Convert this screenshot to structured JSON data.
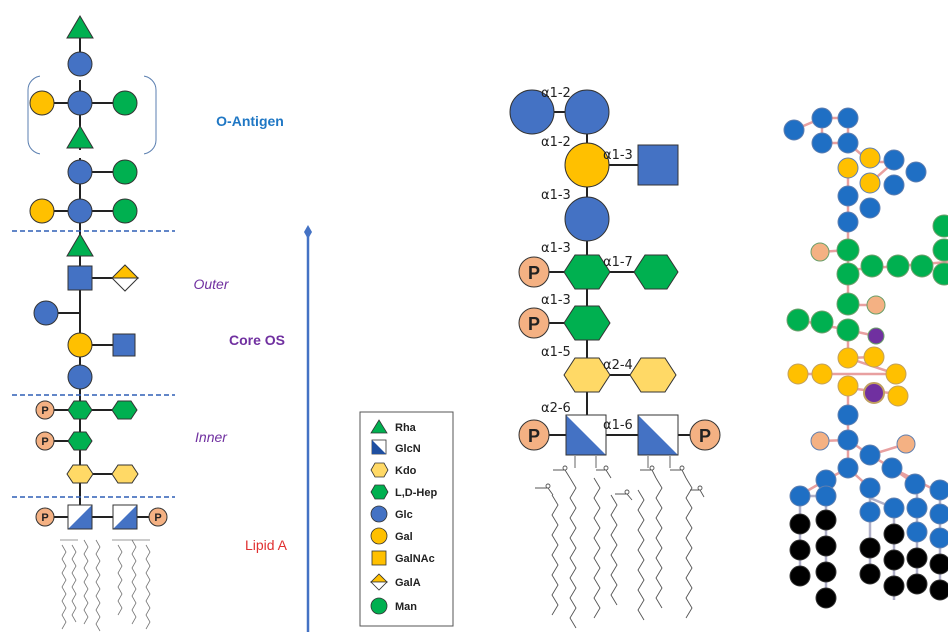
{
  "labels": {
    "o_antigen": "O-Antigen",
    "outer": "Outer",
    "core_os": "Core OS",
    "inner": "Inner",
    "lipid_a": "Lipid A"
  },
  "colors": {
    "o_antigen": "#1f77c4",
    "core": "#7030a0",
    "lipid_a": "#e03030",
    "divider": "#2f5fb5",
    "glc": "#4472c4",
    "gal": "#ffc000",
    "man": "#00b050",
    "phosphate": "#f4b183",
    "hep": "#00b050",
    "kdo": "#ffd966",
    "black": "#000000",
    "purple": "#7030a0"
  },
  "legend": [
    {
      "icon": "triangle-green",
      "label": "Rha"
    },
    {
      "icon": "half-square-blue",
      "label": "GlcN"
    },
    {
      "icon": "hexagon-yellow",
      "label": "Kdo"
    },
    {
      "icon": "hexagon-green",
      "label": "L,D-Hep"
    },
    {
      "icon": "circle-blue",
      "label": "Glc"
    },
    {
      "icon": "circle-yellow",
      "label": "Gal"
    },
    {
      "icon": "square-yellow",
      "label": "GalNAc"
    },
    {
      "icon": "diamond-half-yellow",
      "label": "GalA"
    },
    {
      "icon": "circle-green",
      "label": "Man"
    }
  ],
  "linkages": {
    "l1": "α1-2",
    "l2": "α1-2",
    "l3": "α1-3",
    "l4": "α1-3",
    "l5": "α1-3",
    "l6": "α1-7",
    "l7": "α1-3",
    "l8": "α1-5",
    "l9": "α2-4",
    "l10": "α2-6",
    "l11": "α1-6"
  },
  "phosphate_label": "P"
}
